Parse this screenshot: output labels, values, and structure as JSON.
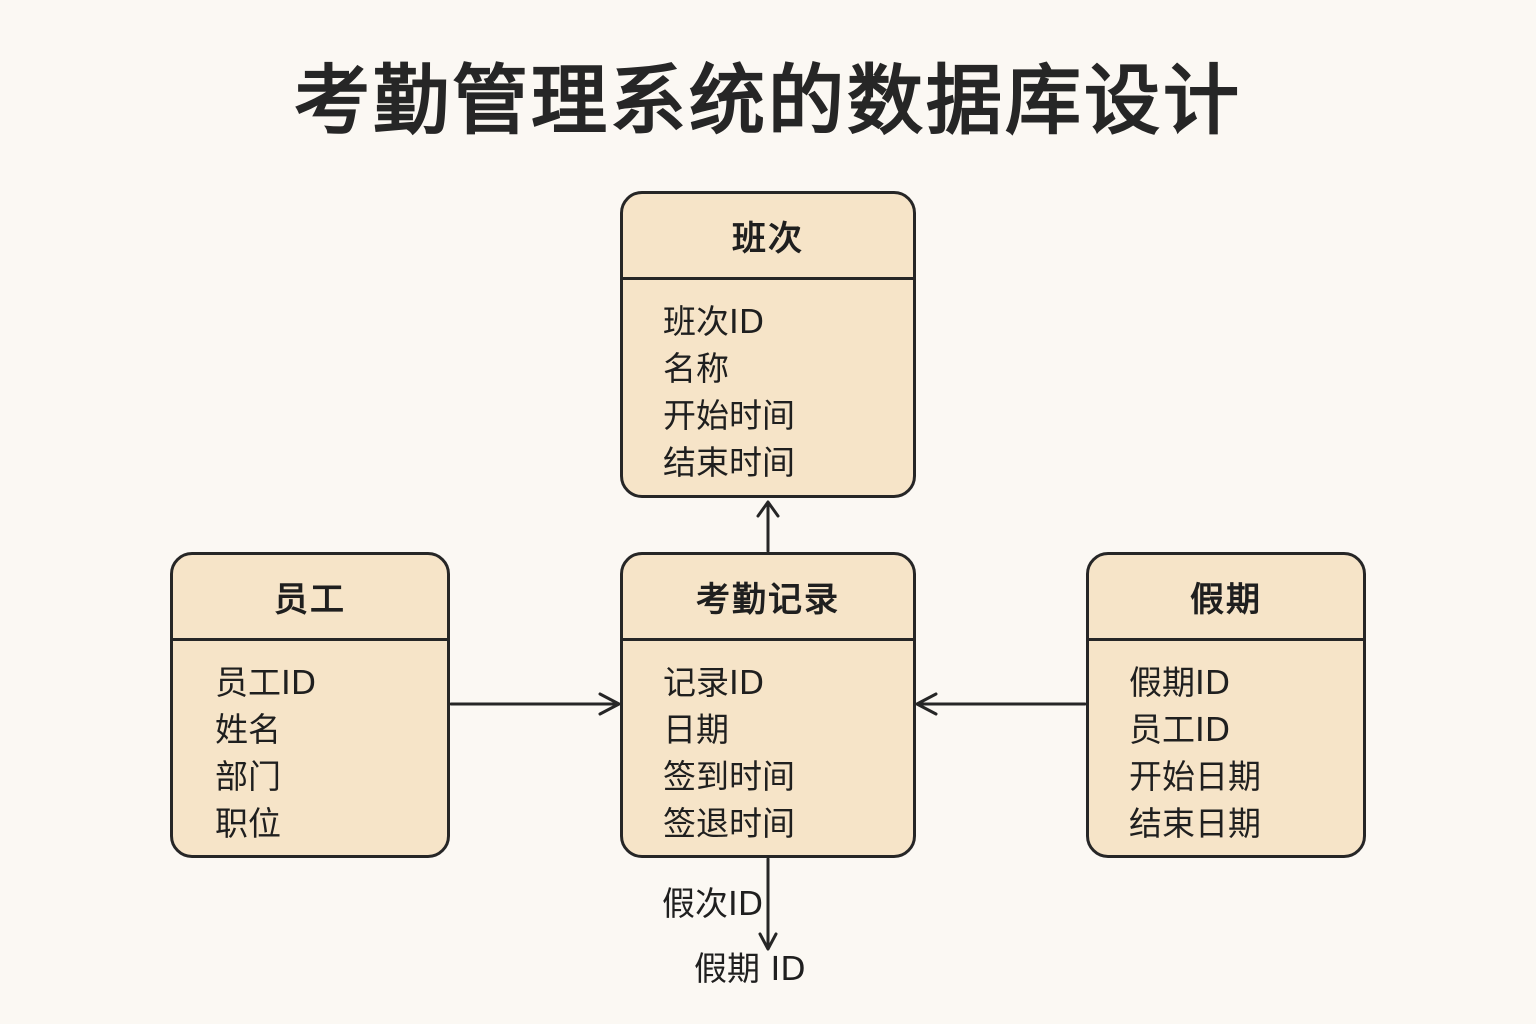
{
  "title": "考勤管理系统的数据库设计",
  "entities": {
    "shift": {
      "name": "班次",
      "fields": [
        "班次ID",
        "名称",
        "开始时间",
        "结束时间"
      ]
    },
    "employee": {
      "name": "员工",
      "fields": [
        "员工ID",
        "姓名",
        "部门",
        "职位"
      ]
    },
    "attendance": {
      "name": "考勤记录",
      "fields": [
        "记录ID",
        "日期",
        "签到时间",
        "签退时间"
      ]
    },
    "leave": {
      "name": "假期",
      "fields": [
        "假期ID",
        "员工ID",
        "开始日期",
        "结束日期"
      ]
    }
  },
  "connector_labels": {
    "down_1": "假次ID",
    "down_2": "假期 ID"
  },
  "colors": {
    "background": "#fbf8f3",
    "entity_fill": "#f6e4c8",
    "stroke": "#262626"
  }
}
